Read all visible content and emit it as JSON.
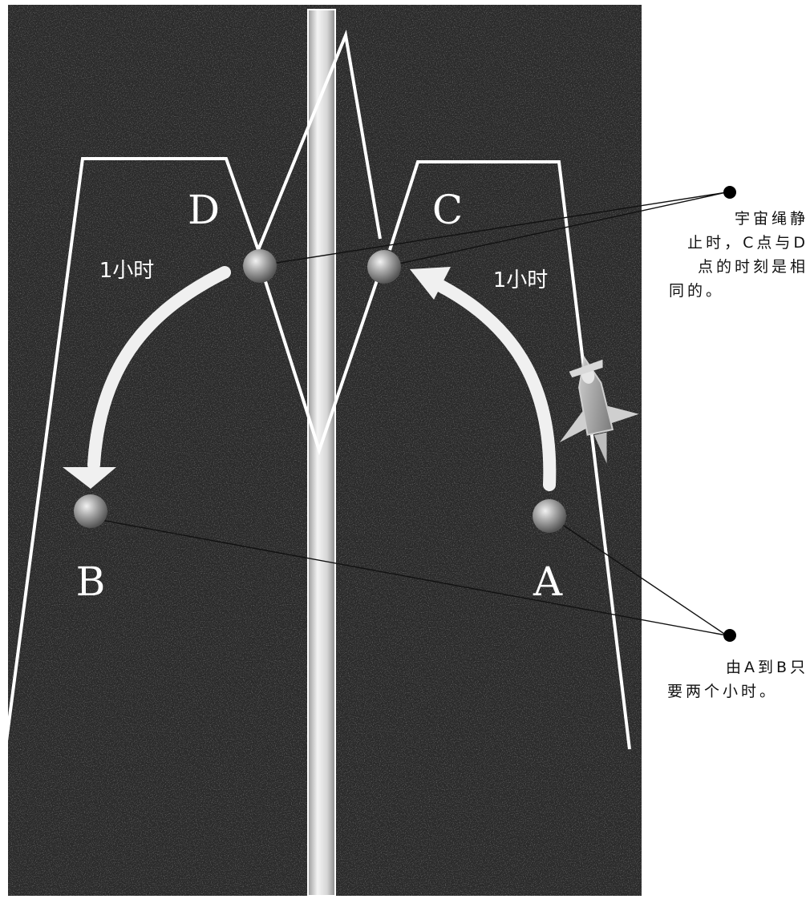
{
  "points": {
    "a": "A",
    "b": "B",
    "c": "C",
    "d": "D"
  },
  "arrows": {
    "left_label": "1小时",
    "right_label": "1小时"
  },
  "notes": {
    "top_line1": "宇宙绳静",
    "top_line2": "止时，C点与D",
    "top_line3": "点的时刻是相",
    "top_line4": "同的。",
    "bottom_line1": "由A到B只",
    "bottom_line2": "要两个小时。"
  },
  "colors": {
    "background_panel": "#2a2a2a",
    "line": "#ffffff",
    "pole": "#dcdcdc",
    "ball": "#a6a6a6",
    "leader": "#111111"
  }
}
